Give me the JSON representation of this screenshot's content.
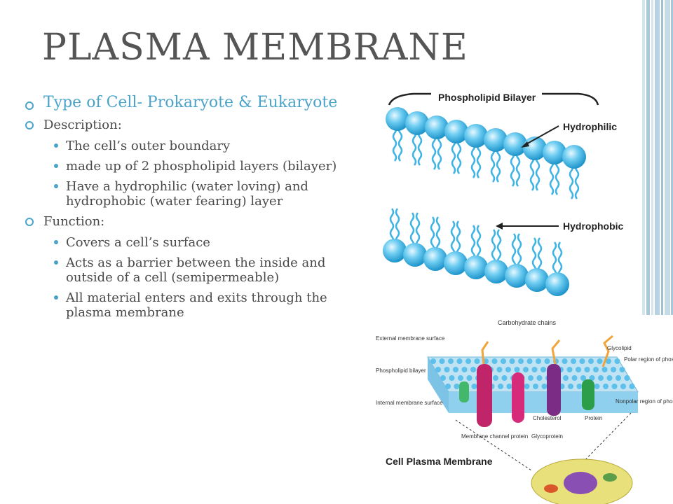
{
  "slide": {
    "title": "PLASMA MEMBRANE",
    "bullets": [
      {
        "text": "Type of Cell- Prokaryote & Eukaryote",
        "level": 1,
        "size": "big"
      },
      {
        "text": "Description:",
        "level": 1,
        "size": "med"
      },
      {
        "text": "The cell’s outer boundary",
        "level": 2
      },
      {
        "text": "made up of 2 phospholipid layers (bilayer)",
        "level": 2
      },
      {
        "text": "Have a hydrophilic (water loving) and hydrophobic (water fearing) layer",
        "level": 2
      },
      {
        "text": "Function:",
        "level": 1,
        "size": "med"
      },
      {
        "text": "Covers a cell’s surface",
        "level": 2
      },
      {
        "text": "Acts as a barrier between the inside and outside of a cell (semipermeable)",
        "level": 2
      },
      {
        "text": "All material enters and exits through the plasma membrane",
        "level": 2
      }
    ]
  },
  "figure_bilayer": {
    "label_bilayer": "Phospholipid Bilayer",
    "label_hydrophilic": "Hydrophilic",
    "label_hydrophobic": "Hydrophobic"
  },
  "figure_membrane": {
    "caption": "Cell Plasma Membrane",
    "labels": {
      "carbohydrate_chains": "Carbohydrate chains",
      "external_surface": "External membrane surface",
      "phospholipid_bilayer": "Phospholipid bilayer",
      "internal_surface": "Internal membrane surface",
      "glycolipid": "Glycolipid",
      "polar_region": "Polar region of phospholipid",
      "cholesterol": "Cholesterol",
      "channel_protein": "Membrane channel protein",
      "glycoprotein": "Glycoprotein",
      "protein": "Protein",
      "nonpolar_region": "Nonpolar region of phospholipid"
    }
  },
  "colors": {
    "accent": "#4aa3c8",
    "title": "#555555",
    "text": "#4a4a4a",
    "stripe_light": "#c7dbe6",
    "stripe_mid": "#9fc0d3"
  }
}
